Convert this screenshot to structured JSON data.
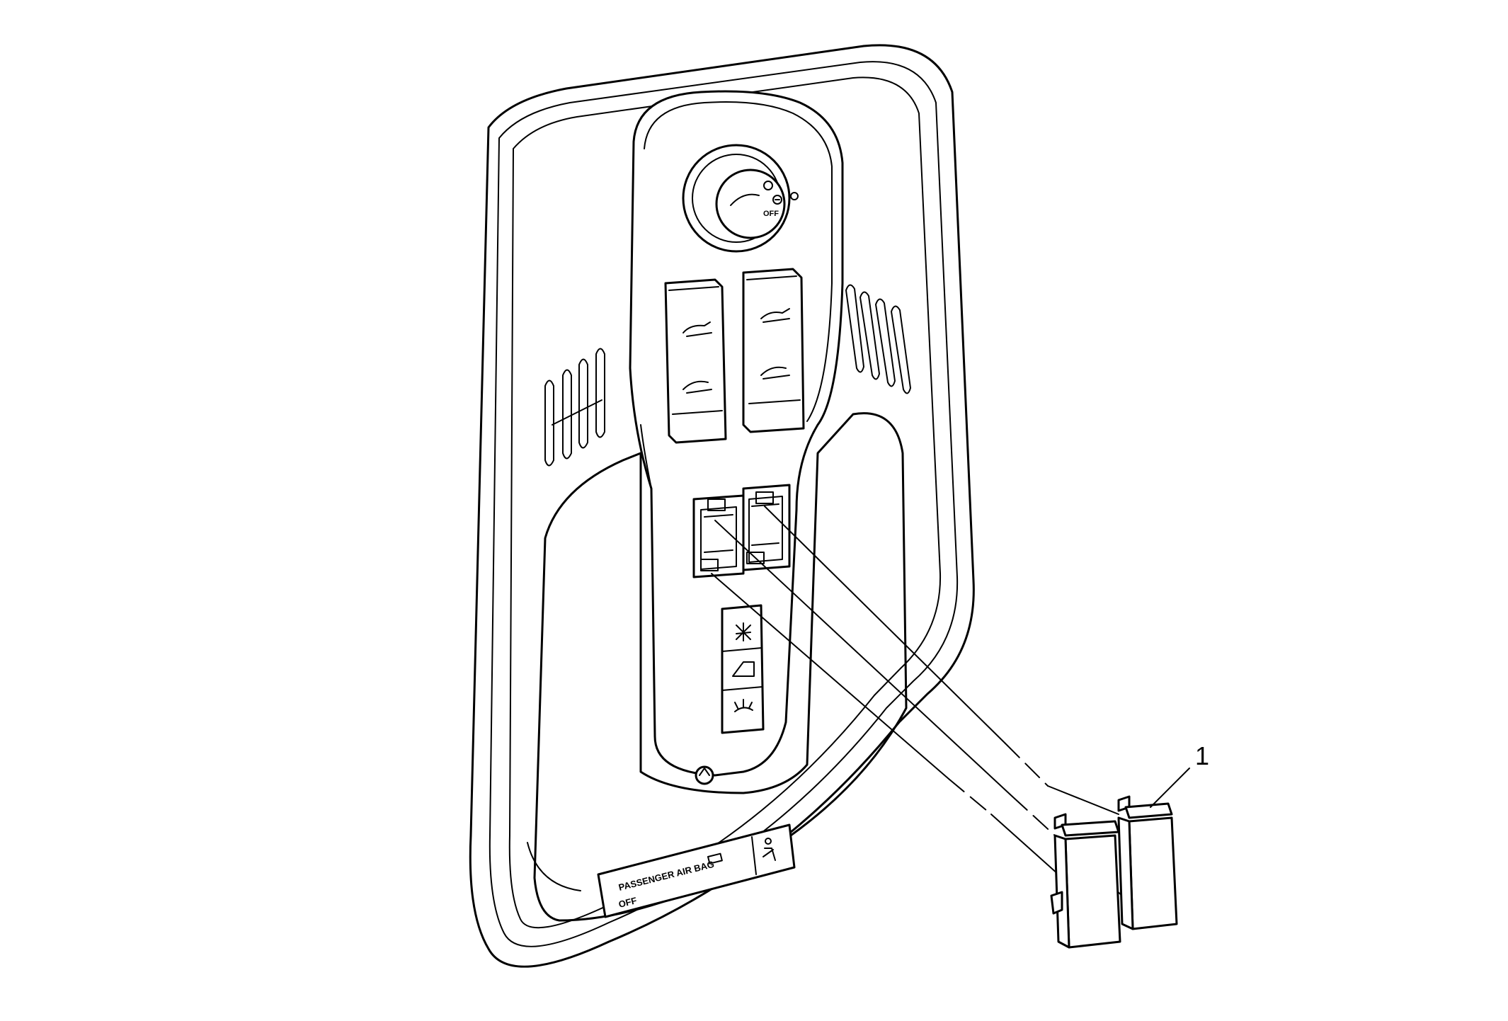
{
  "callouts": [
    {
      "number": "1"
    }
  ],
  "airbag_label": {
    "line1": "PASSENGER AIR BAG",
    "line2": "OFF"
  },
  "switch_text": {
    "lamp_switch_label": "OFF"
  },
  "icons": [
    "sunroof-knob-icon",
    "vehicle-roof-icon",
    "dome-lamp-icon",
    "map-lamp-icon",
    "seatbelt-airbag-icon"
  ]
}
